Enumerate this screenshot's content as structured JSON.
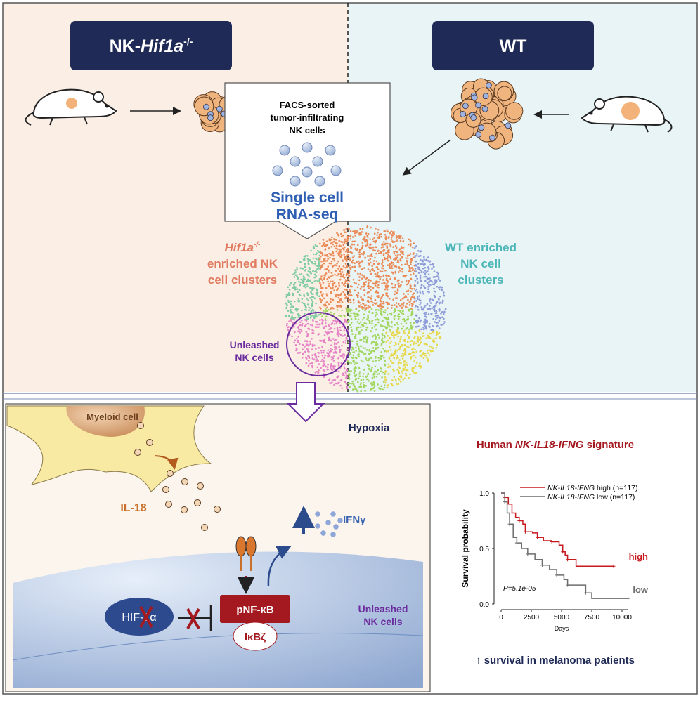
{
  "top": {
    "left_label": {
      "prefix": "NK-",
      "gene": "Hif1a",
      "sup": "-/-"
    },
    "right_label": "WT",
    "facs_box": {
      "lines": [
        "FACS-sorted",
        "tumor-infiltrating",
        "NK cells"
      ],
      "method": [
        "Single cell",
        "RNA-seq"
      ]
    },
    "left_cluster_label": {
      "gene": "Hif1a",
      "sup": "-/-",
      "lines": [
        "enriched NK",
        "cell clusters"
      ]
    },
    "right_cluster_label": [
      "WT enriched",
      "NK cell",
      "clusters"
    ],
    "unleashed_label": [
      "Unleashed",
      "NK cells"
    ],
    "colors": {
      "left_bg": "#fbeee5",
      "right_bg": "#e8f4f5",
      "label_box": "#1f2a56",
      "method_text": "#2f5fb3",
      "left_cluster_text": "#e07a5f",
      "right_cluster_text": "#4db6b8",
      "unleashed_text": "#6a2c9e"
    },
    "cluster_colors": {
      "teal-green": "#7fcca3",
      "orange": "#ea8a57",
      "blue": "#8e9bd9",
      "yellow": "#e6d84a",
      "green": "#a2d65e",
      "pink": "#e684c7"
    }
  },
  "mechanism": {
    "myeloid_label": "Myeloid cell",
    "hypoxia_label": "Hypoxia",
    "il18_label": "IL-18",
    "ifng_label": "IFNγ",
    "pnfkb_label": "pNF-κB",
    "ikbz_label": "IκBζ",
    "hif_label": "HIF-1α",
    "cell_label": [
      "Unleashed",
      "NK cells"
    ]
  },
  "survival": {
    "title": {
      "prefix": "Human ",
      "gene": "NK-IL18-IFNG",
      "suffix": " signature"
    },
    "footer": "↑ survival in melanoma patients",
    "chart_data": {
      "type": "line",
      "title": "",
      "xlabel": "Days",
      "ylabel": "Survival probability",
      "xlim": [
        0,
        10500
      ],
      "ylim": [
        0,
        1.0
      ],
      "x_ticks": [
        "0",
        "2500",
        "5000",
        "7500",
        "10000"
      ],
      "y_ticks": [
        "0.0",
        "0.5",
        "1.0"
      ],
      "legend_position": "top-right",
      "annotation": "P=5.1e-05",
      "series": [
        {
          "name": "NK-IL18-IFNG high (n=117)",
          "legend_gene": "NK-IL18-IFNG",
          "legend_rest": " high (n=117)",
          "end_label": "high",
          "color": "#c8191e",
          "x": [
            0,
            300,
            600,
            900,
            1200,
            1500,
            1800,
            2000,
            2600,
            3000,
            3500,
            4200,
            4800,
            5100,
            5300,
            5500,
            6200,
            9300
          ],
          "y": [
            1.0,
            0.96,
            0.9,
            0.82,
            0.78,
            0.75,
            0.72,
            0.65,
            0.64,
            0.6,
            0.57,
            0.56,
            0.53,
            0.47,
            0.44,
            0.4,
            0.34,
            0.34
          ]
        },
        {
          "name": "NK-IL18-IFNG low (n=117)",
          "legend_gene": "NK-IL18-IFNG",
          "legend_rest": " low (n=117)",
          "end_label": "low",
          "color": "#6d6d6d",
          "x": [
            0,
            300,
            500,
            700,
            1000,
            1300,
            1700,
            2200,
            2800,
            3400,
            4000,
            4600,
            5200,
            5500,
            6800,
            7000,
            7500,
            10500
          ],
          "y": [
            1.0,
            0.92,
            0.82,
            0.72,
            0.6,
            0.55,
            0.5,
            0.45,
            0.4,
            0.35,
            0.31,
            0.26,
            0.22,
            0.17,
            0.17,
            0.1,
            0.05,
            0.05
          ]
        }
      ]
    }
  }
}
